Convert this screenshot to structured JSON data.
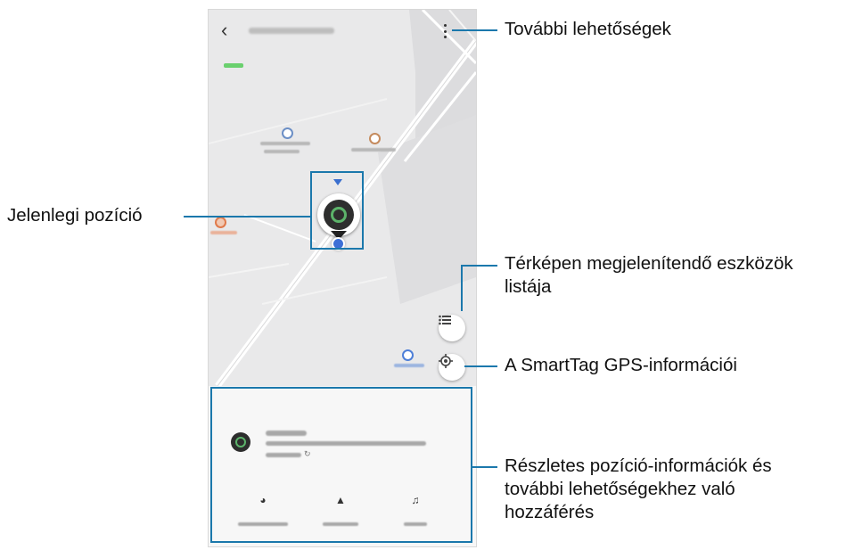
{
  "app": {
    "back_icon": "chevron-left-icon",
    "more_icon": "more-vertical-icon"
  },
  "map": {
    "fab_list_icon": "list-icon",
    "fab_gps_icon": "gps-target-icon",
    "current_position_icon": "smarttag-pin-icon"
  },
  "sheet": {
    "actions": [
      {
        "icon": "palette-icon"
      },
      {
        "icon": "navigation-arrow-icon"
      },
      {
        "icon": "music-note-icon"
      }
    ]
  },
  "callouts": {
    "more_options": "További lehetőségek",
    "current_position": "Jelenlegi pozíció",
    "device_list": "Térképen megjelenítendő eszközök\nlistája",
    "gps_info": "A SmartTag GPS-információi",
    "details": "Részletes pozíció-információk és\ntovábbi lehetőségekhez való\nhozzáférés"
  },
  "colors": {
    "accent": "#1b78ac",
    "map_bg": "#e9e9ea",
    "tag_green": "#5cb36a",
    "location_blue": "#3d6fd6"
  }
}
